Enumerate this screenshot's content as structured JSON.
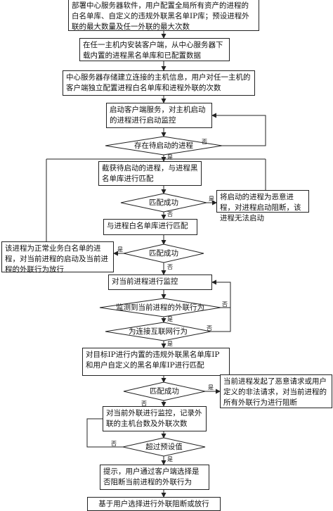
{
  "steps": {
    "s1": "部署中心服务器软件，用户配置全局所有资产的进程的白名单库、自定义的违规外联黑名单IP库；预设进程外联的最大数量及任一外联的最大次数",
    "s2": "在任一主机内安装客户端，从中心服务器下载内置的进程黑名单库和已配置数据",
    "s3": "中心服务器存储建立连接的主机信息，用户对任一主机的客户端独立配置进程白名单库和进程外联的次数",
    "s4": "启动客户端服务，对主机启动的进程进行启动监控",
    "s5": "截获待启动的进程，与进程黑名单库进行匹配",
    "s6": "将启动的进程为恶意进程，对进程启动阻断，该进程无法启动",
    "s7": "与进程白名单库进行匹配",
    "s8": "该进程为正常业务白名单的进程，对当前进程的启动及当前进程的外联行为放行",
    "s9": "对当前进程进行监控",
    "s10": "对目标IP进行内置的违规外联黑名单库IP和用户自定义的黑名单库IP进行匹配",
    "s11": "当前进程发起了恶意请求或用户定义的非法请求，对当前进程的所有外联行为进行阻断",
    "s12": "对当前外联进行监控，记录外联的主机台数及外联次数",
    "s13": "提示，用户通过客户端选择是否阻断当前进程的外联行为",
    "s14": "基于用户选择进行外联阻断或放行"
  },
  "decisions": {
    "d1": "存在待启动的进程",
    "d2": "匹配成功",
    "d3": "匹配成功",
    "d4": "监测到当前进程的外联行为",
    "d5": "为连接互联网行为",
    "d6": "匹配成功",
    "d7": "超过预设值"
  },
  "edge_labels": {
    "yes": "是",
    "no": "否"
  }
}
